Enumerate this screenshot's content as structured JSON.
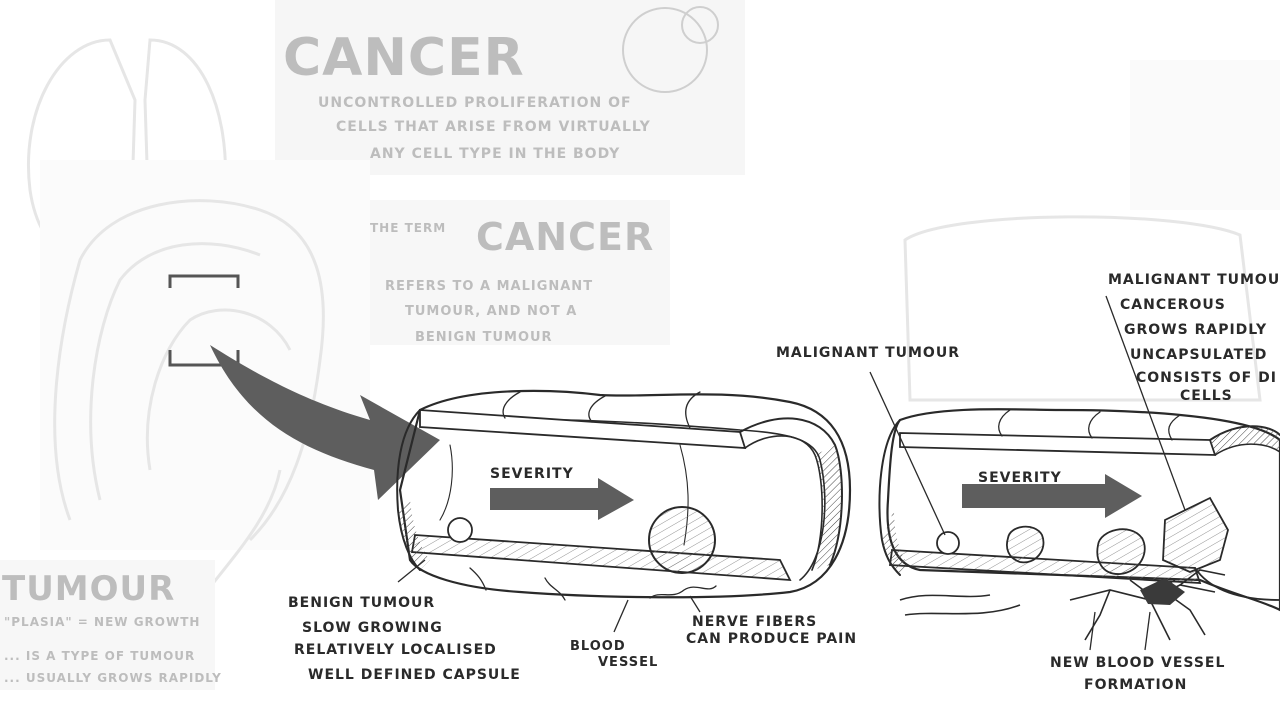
{
  "background_panel": {
    "title_1": "CANCER",
    "definition_lines": [
      "UNCONTROLLED PROLIFERATION OF",
      "CELLS THAT ARISE FROM VIRTUALLY",
      "ANY CELL TYPE IN THE BODY"
    ],
    "prefix_2": "THE TERM",
    "title_2": "CANCER",
    "refers_lines": [
      "REFERS TO A MALIGNANT",
      "TUMOUR, AND NOT A",
      "BENIGN TUMOUR"
    ],
    "tumour_title": "TUMOUR",
    "tumour_sub": "\"PLASIA\" = NEW GROWTH",
    "tumour_lines": [
      "... IS A TYPE OF TUMOUR",
      "... USUALLY GROWS RAPIDLY"
    ]
  },
  "left_tube": {
    "severity_label": "SEVERITY",
    "benign_title": "BENIGN TUMOUR",
    "benign_lines": [
      "SLOW GROWING",
      "RELATIVELY LOCALISED",
      "WELL DEFINED CAPSULE"
    ],
    "blood_vessel_lines": [
      "BLOOD",
      "VESSEL"
    ],
    "nerve_lines": [
      "NERVE FIBERS",
      "CAN PRODUCE PAIN"
    ]
  },
  "right_tube": {
    "severity_label": "SEVERITY",
    "malignant_label": "MALIGNANT TUMOUR",
    "malignant_title": "MALIGNANT TUMOU",
    "malignant_lines": [
      "CANCEROUS",
      "GROWS RAPIDLY",
      "UNCAPSULATED",
      "CONSISTS OF DI",
      "CELLS"
    ],
    "vessel_lines": [
      "NEW BLOOD VESSEL",
      "FORMATION"
    ]
  },
  "colors": {
    "ink": "#2a2a2a",
    "arrow": "#5e5e5e",
    "faint": "#bdbdbd",
    "paper": "#ffffff"
  }
}
